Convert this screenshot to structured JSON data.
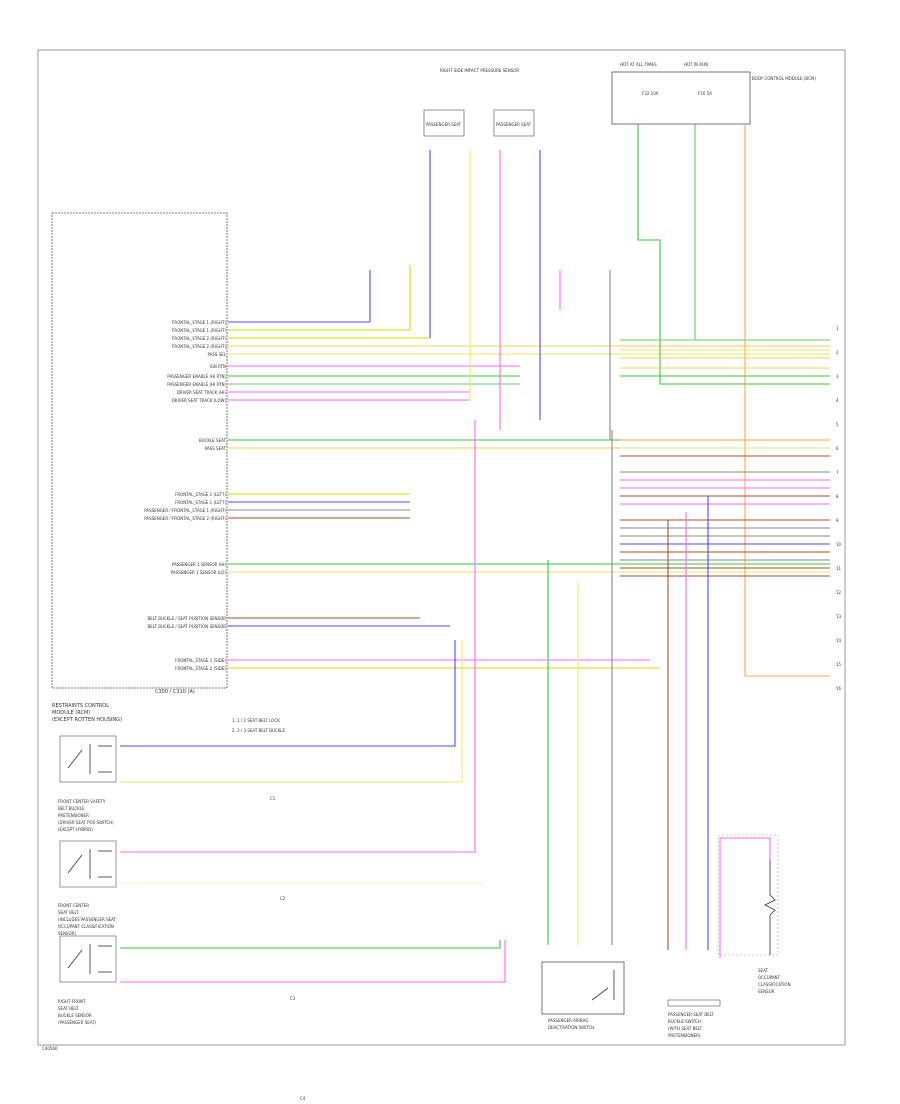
{
  "diagram": {
    "page_tag": "C40566",
    "module": {
      "label_lines": [
        "RESTRAINTS CONTROL",
        "MODULE (RCM)",
        "(EXCEPT ROTTEN HOUSING)"
      ],
      "connector_label": "C300 / C310 (A)",
      "note_lines": [
        "1. 1 / 2 SEAT BELT LOCK",
        "2. 2 / 3 SEAT BELT BUCKLE"
      ],
      "pins_left": [
        {
          "label": "FRONTAL_STAGE 1 (RIGHT)"
        },
        {
          "label": "FRONTAL_STAGE 1 (RIGHT)"
        },
        {
          "label": "FRONTAL_STAGE 2 (RIGHT)"
        },
        {
          "label": "FRONTAL_STAGE 2 (RIGHT)"
        },
        {
          "label": "PASS SEL"
        },
        {
          "label": "IGN RTN"
        },
        {
          "label": "PASSENGER ENABLE (HI RTN)"
        },
        {
          "label": "PASSENGER ENABLE (HI RTN)"
        },
        {
          "label": "DRIVER SEAT TRACK (HI)"
        },
        {
          "label": "DRIVER SEAT TRACK (LOW)"
        },
        {
          "label": "BUCKLE SEAT"
        },
        {
          "label": "PASS SEAT"
        },
        {
          "label": "FRONTAL_STAGE 1 (LEFT)"
        },
        {
          "label": "FRONTAL_STAGE 1 (LEFT)"
        },
        {
          "label": "PASSENGER / FRONTAL_STAGE 1 (RIGHT)"
        },
        {
          "label": "PASSENGER / FRONTAL_STAGE 2 (RIGHT)"
        },
        {
          "label": "PASSENGER 1 SENSOR (HI)"
        },
        {
          "label": "PASSENGER 1 SENSOR (LO)"
        },
        {
          "label": "BELT BUCKLE / SEAT POSITION SENSOR"
        },
        {
          "label": "BELT BUCKLE / SEAT POSITION SENSOR"
        },
        {
          "label": "FRONTAL_STAGE 1 (SIDE)"
        },
        {
          "label": "FRONTAL_STAGE 2 (SIDE)"
        }
      ]
    },
    "top_connectors": {
      "center_title": "RIGHT SIDE IMPACT PRESSURE SENSOR",
      "sub_left": "PASSENGER SEAT",
      "sub_right": "PASSENGER SEAT",
      "fuse_box_title_left": "HOT AT ALL TIMES",
      "fuse_box_title_right": "HOT IN RUN",
      "fuse_box_note": "BODY CONTROL MODULE (BCM)",
      "fuse_left": "F32 10A",
      "fuse_right": "F16 5A"
    },
    "right_edge_tags": [
      "1",
      "2",
      "3",
      "4",
      "5",
      "6",
      "7",
      "8",
      "9",
      "10",
      "11",
      "12",
      "13",
      "14",
      "15",
      "16"
    ],
    "bottom_components": {
      "switch1": [
        "FRONT CENTER SAFETY",
        "BELT BUCKLE",
        "PRETENSIONER",
        "(DRIVER SEAT POS SWITCH)",
        "(EXCEPT HYBRID)"
      ],
      "switch2": [
        "FRONT CENTER",
        "SEAT BELT",
        "(INCLUDES PASSENGER SEAT",
        "OCCUPANT CLASSIFICATION",
        "SENSOR)"
      ],
      "switch3": [
        "RIGHT FRONT",
        "SEAT BELT",
        "BUCKLE SENSOR",
        "(PASSENGER SEAT)"
      ],
      "passenger_switch": [
        "PASSENGER AIRBAG",
        "DEACTIVATION SWITCH"
      ],
      "passenger_seat": [
        "PASSENGER SEAT BELT",
        "BUCKLE SWITCH",
        "(WITH SEAT BELT",
        "PRETENSIONER)"
      ],
      "occupant_sensor": [
        "SEAT",
        "OCCUPANT",
        "CLASSIFICATION",
        "SENSOR"
      ],
      "wire_tags": [
        "C1",
        "C2",
        "C3",
        "C4"
      ]
    },
    "wires": [
      {
        "color": "#4a4aff"
      },
      {
        "color": "#d9d900"
      },
      {
        "color": "#ffd24a"
      },
      {
        "color": "#eaea66"
      },
      {
        "color": "#ff66ff"
      },
      {
        "color": "#33cc33"
      },
      {
        "color": "#66cc66"
      },
      {
        "color": "#ffa64a"
      },
      {
        "color": "#888888"
      },
      {
        "color": "#a0522d"
      }
    ]
  }
}
